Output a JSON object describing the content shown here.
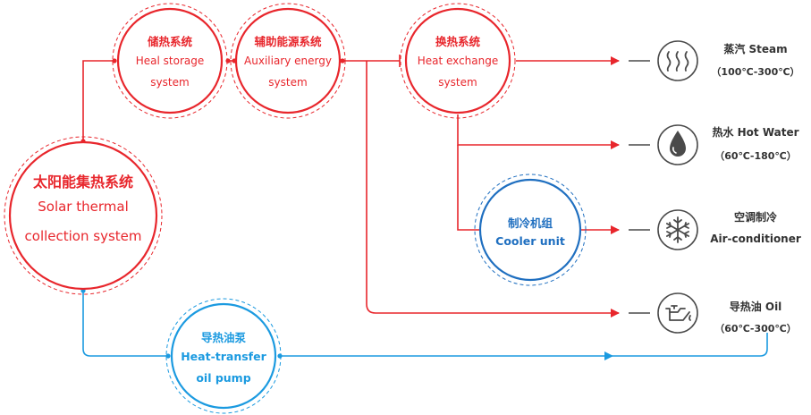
{
  "nodes": {
    "storage": {
      "zh": "储热系统",
      "en1": "Heal storage",
      "en2": "system"
    },
    "auxiliary": {
      "zh": "辅助能源系统",
      "en1": "Auxiliary energy",
      "en2": "system"
    },
    "exchange": {
      "zh": "换热系统",
      "en1": "Heat exchange",
      "en2": "system"
    },
    "solar": {
      "zh": "太阳能集热系统",
      "en1": "Solar thermal",
      "en2": "collection system"
    },
    "cooler": {
      "zh": "制冷机组",
      "en1": "Cooler unit"
    },
    "pump": {
      "zh": "导热油泵",
      "en1": "Heat-transfer",
      "en2": "oil pump"
    }
  },
  "outputs": {
    "steam": {
      "title": "蒸汽 Steam",
      "range": "（100℃-300℃）",
      "icon": "steam-icon"
    },
    "hotwater": {
      "title": "热水 Hot Water",
      "range": "（60℃-180℃）",
      "icon": "water-drop-icon"
    },
    "aircon": {
      "title": "空调制冷",
      "subtitle": "Air-conditioner",
      "icon": "snowflake-icon"
    },
    "oil": {
      "title": "导热油 Oil",
      "range": "（60℃-300℃）",
      "icon": "oil-can-icon"
    }
  },
  "colors": {
    "red": "#e8262c",
    "blue": "#1f6fc0",
    "cyan": "#1b9ae0",
    "gray": "#4a4a4a"
  }
}
